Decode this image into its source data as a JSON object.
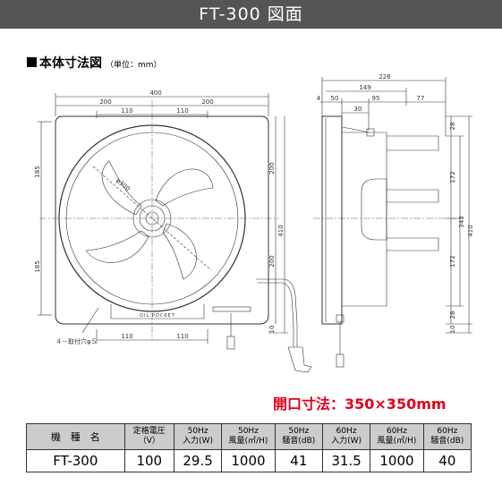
{
  "header": {
    "title": "FT-300 図面"
  },
  "section": {
    "label": "本体寸法図",
    "unit_note": "（単位：mm）"
  },
  "front_view": {
    "dims": {
      "overall_width": "400",
      "half_left": "200",
      "half_right": "200",
      "inner_left": "110",
      "inner_right": "110",
      "bottom_left": "110",
      "bottom_right": "110",
      "left_top": "185",
      "left_bottom": "185",
      "right_top": "200",
      "right_bottom": "200",
      "right_total": "410",
      "bottom_small": "10",
      "diameter": "φ300"
    },
    "oil_pocket": "OIL POCKET",
    "mount_hole_note": "４－取付穴φ５"
  },
  "side_view": {
    "dims": {
      "overall_depth": "226",
      "d149": "149",
      "d4": "4",
      "d50": "50",
      "d95": "95",
      "d77": "77",
      "d30": "30",
      "d28_top": "28",
      "d172_top": "172",
      "d343": "343",
      "d410": "410",
      "d172_bottom": "172",
      "d28_bottom": "28",
      "d10": "10"
    }
  },
  "opening_size": "開口寸法：350×350mm",
  "spec_table": {
    "headers": [
      "機　種　名",
      "定格電圧\n（V）",
      "50Hz\n入力(W)",
      "50Hz\n風量(㎥/H)",
      "50Hz\n騒音(dB)",
      "60Hz\n入力(W)",
      "60Hz\n風量(㎥/H)",
      "60Hz\n騒音(dB)"
    ],
    "row": [
      "FT-300",
      "100",
      "29.5",
      "1000",
      "41",
      "31.5",
      "1000",
      "40"
    ]
  }
}
